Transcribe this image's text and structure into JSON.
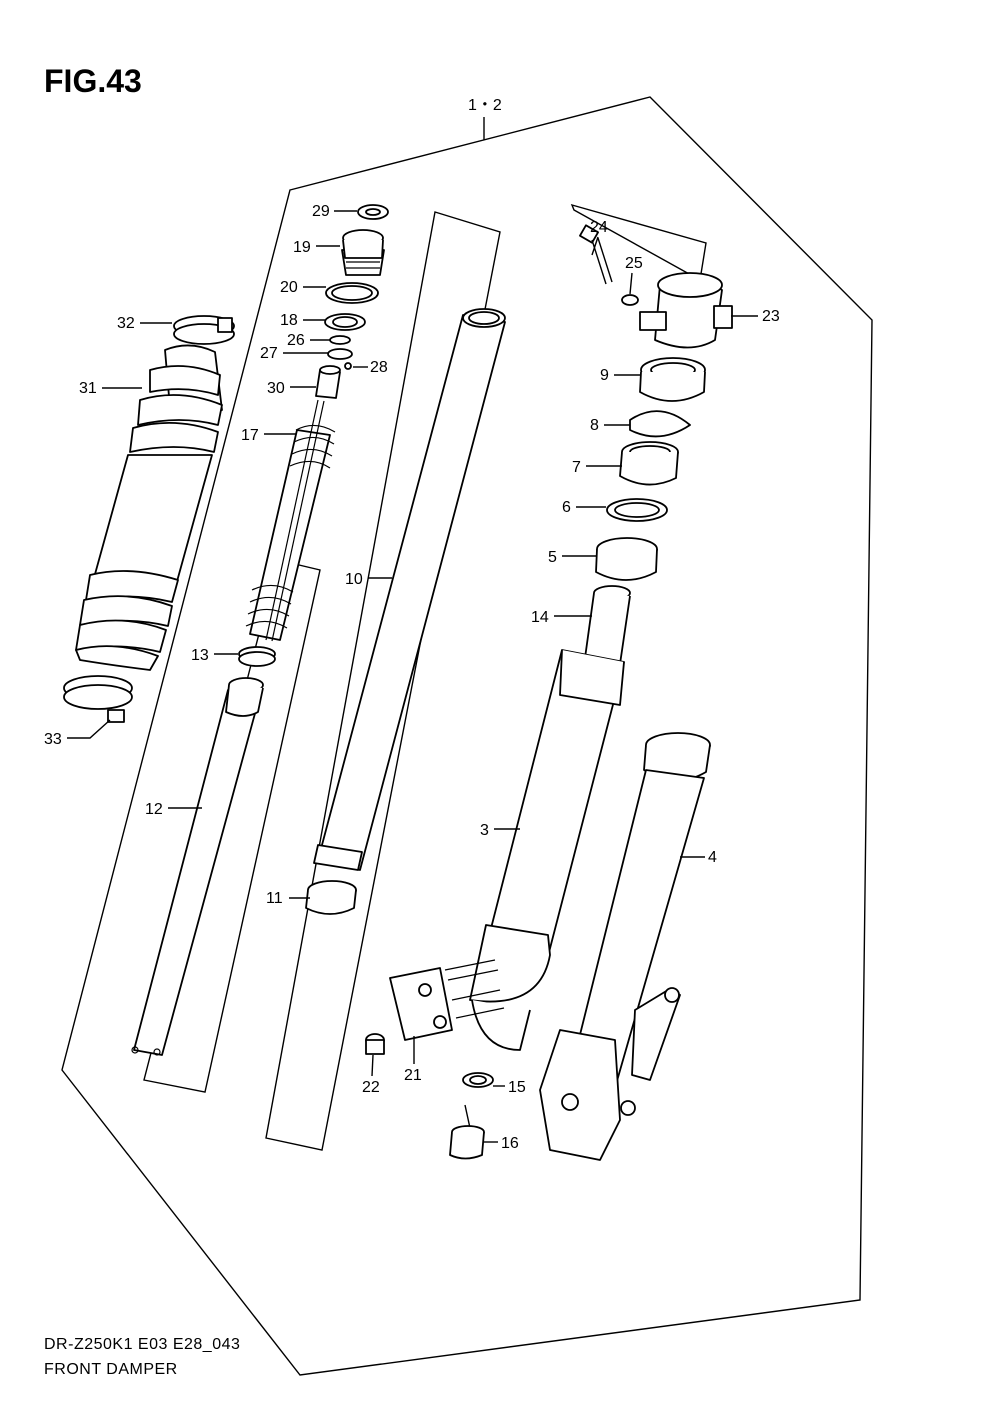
{
  "figure": {
    "title": "FIG.43"
  },
  "assembly_label": "1・2",
  "callouts": {
    "c1": "29",
    "c2": "19",
    "c3": "20",
    "c4": "18",
    "c5": "26",
    "c6": "27",
    "c7": "28",
    "c8": "30",
    "c9": "17",
    "c10": "32",
    "c11": "31",
    "c12": "10",
    "c13": "13",
    "c14": "33",
    "c15": "12",
    "c16": "11",
    "c17": "24",
    "c18": "25",
    "c19": "23",
    "c20": "9",
    "c21": "8",
    "c22": "7",
    "c23": "6",
    "c24": "5",
    "c25": "14",
    "c26": "3",
    "c27": "4",
    "c28": "22",
    "c29": "21",
    "c30": "15",
    "c31": "16"
  },
  "footer": {
    "code": "DR-Z250K1 E03 E28_043",
    "name": "FRONT DAMPER"
  }
}
